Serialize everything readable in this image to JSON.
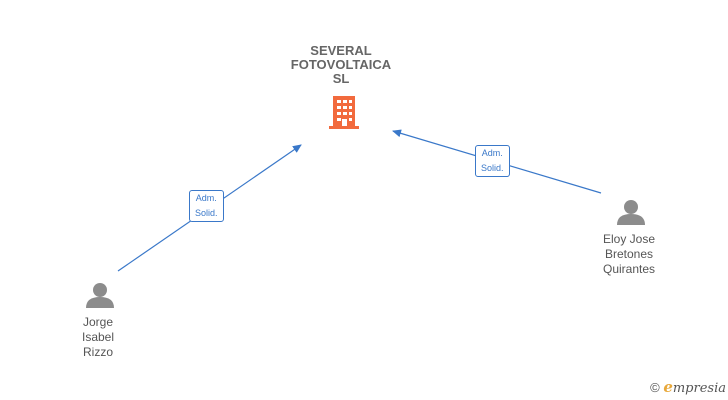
{
  "company": {
    "name_lines": [
      "SEVERAL",
      "FOTOVOLTAICA",
      "SL"
    ],
    "icon": "building-icon",
    "color": "#f26a3d"
  },
  "people": [
    {
      "id": "jorge",
      "name_lines": [
        "Jorge",
        "Isabel",
        "Rizzo"
      ],
      "icon": "person-icon"
    },
    {
      "id": "eloy",
      "name_lines": [
        "Eloy Jose",
        "Bretones",
        "Quirantes"
      ],
      "icon": "person-icon"
    }
  ],
  "edges": [
    {
      "from": "jorge",
      "role_lines": [
        "Adm.",
        "Solid."
      ]
    },
    {
      "from": "eloy",
      "role_lines": [
        "Adm.",
        "Solid."
      ]
    }
  ],
  "colors": {
    "edge": "#3a78c9",
    "person": "#8c8c8c"
  },
  "footer": {
    "copyright": "©",
    "brand_first": "e",
    "brand_rest": "mpresia"
  }
}
